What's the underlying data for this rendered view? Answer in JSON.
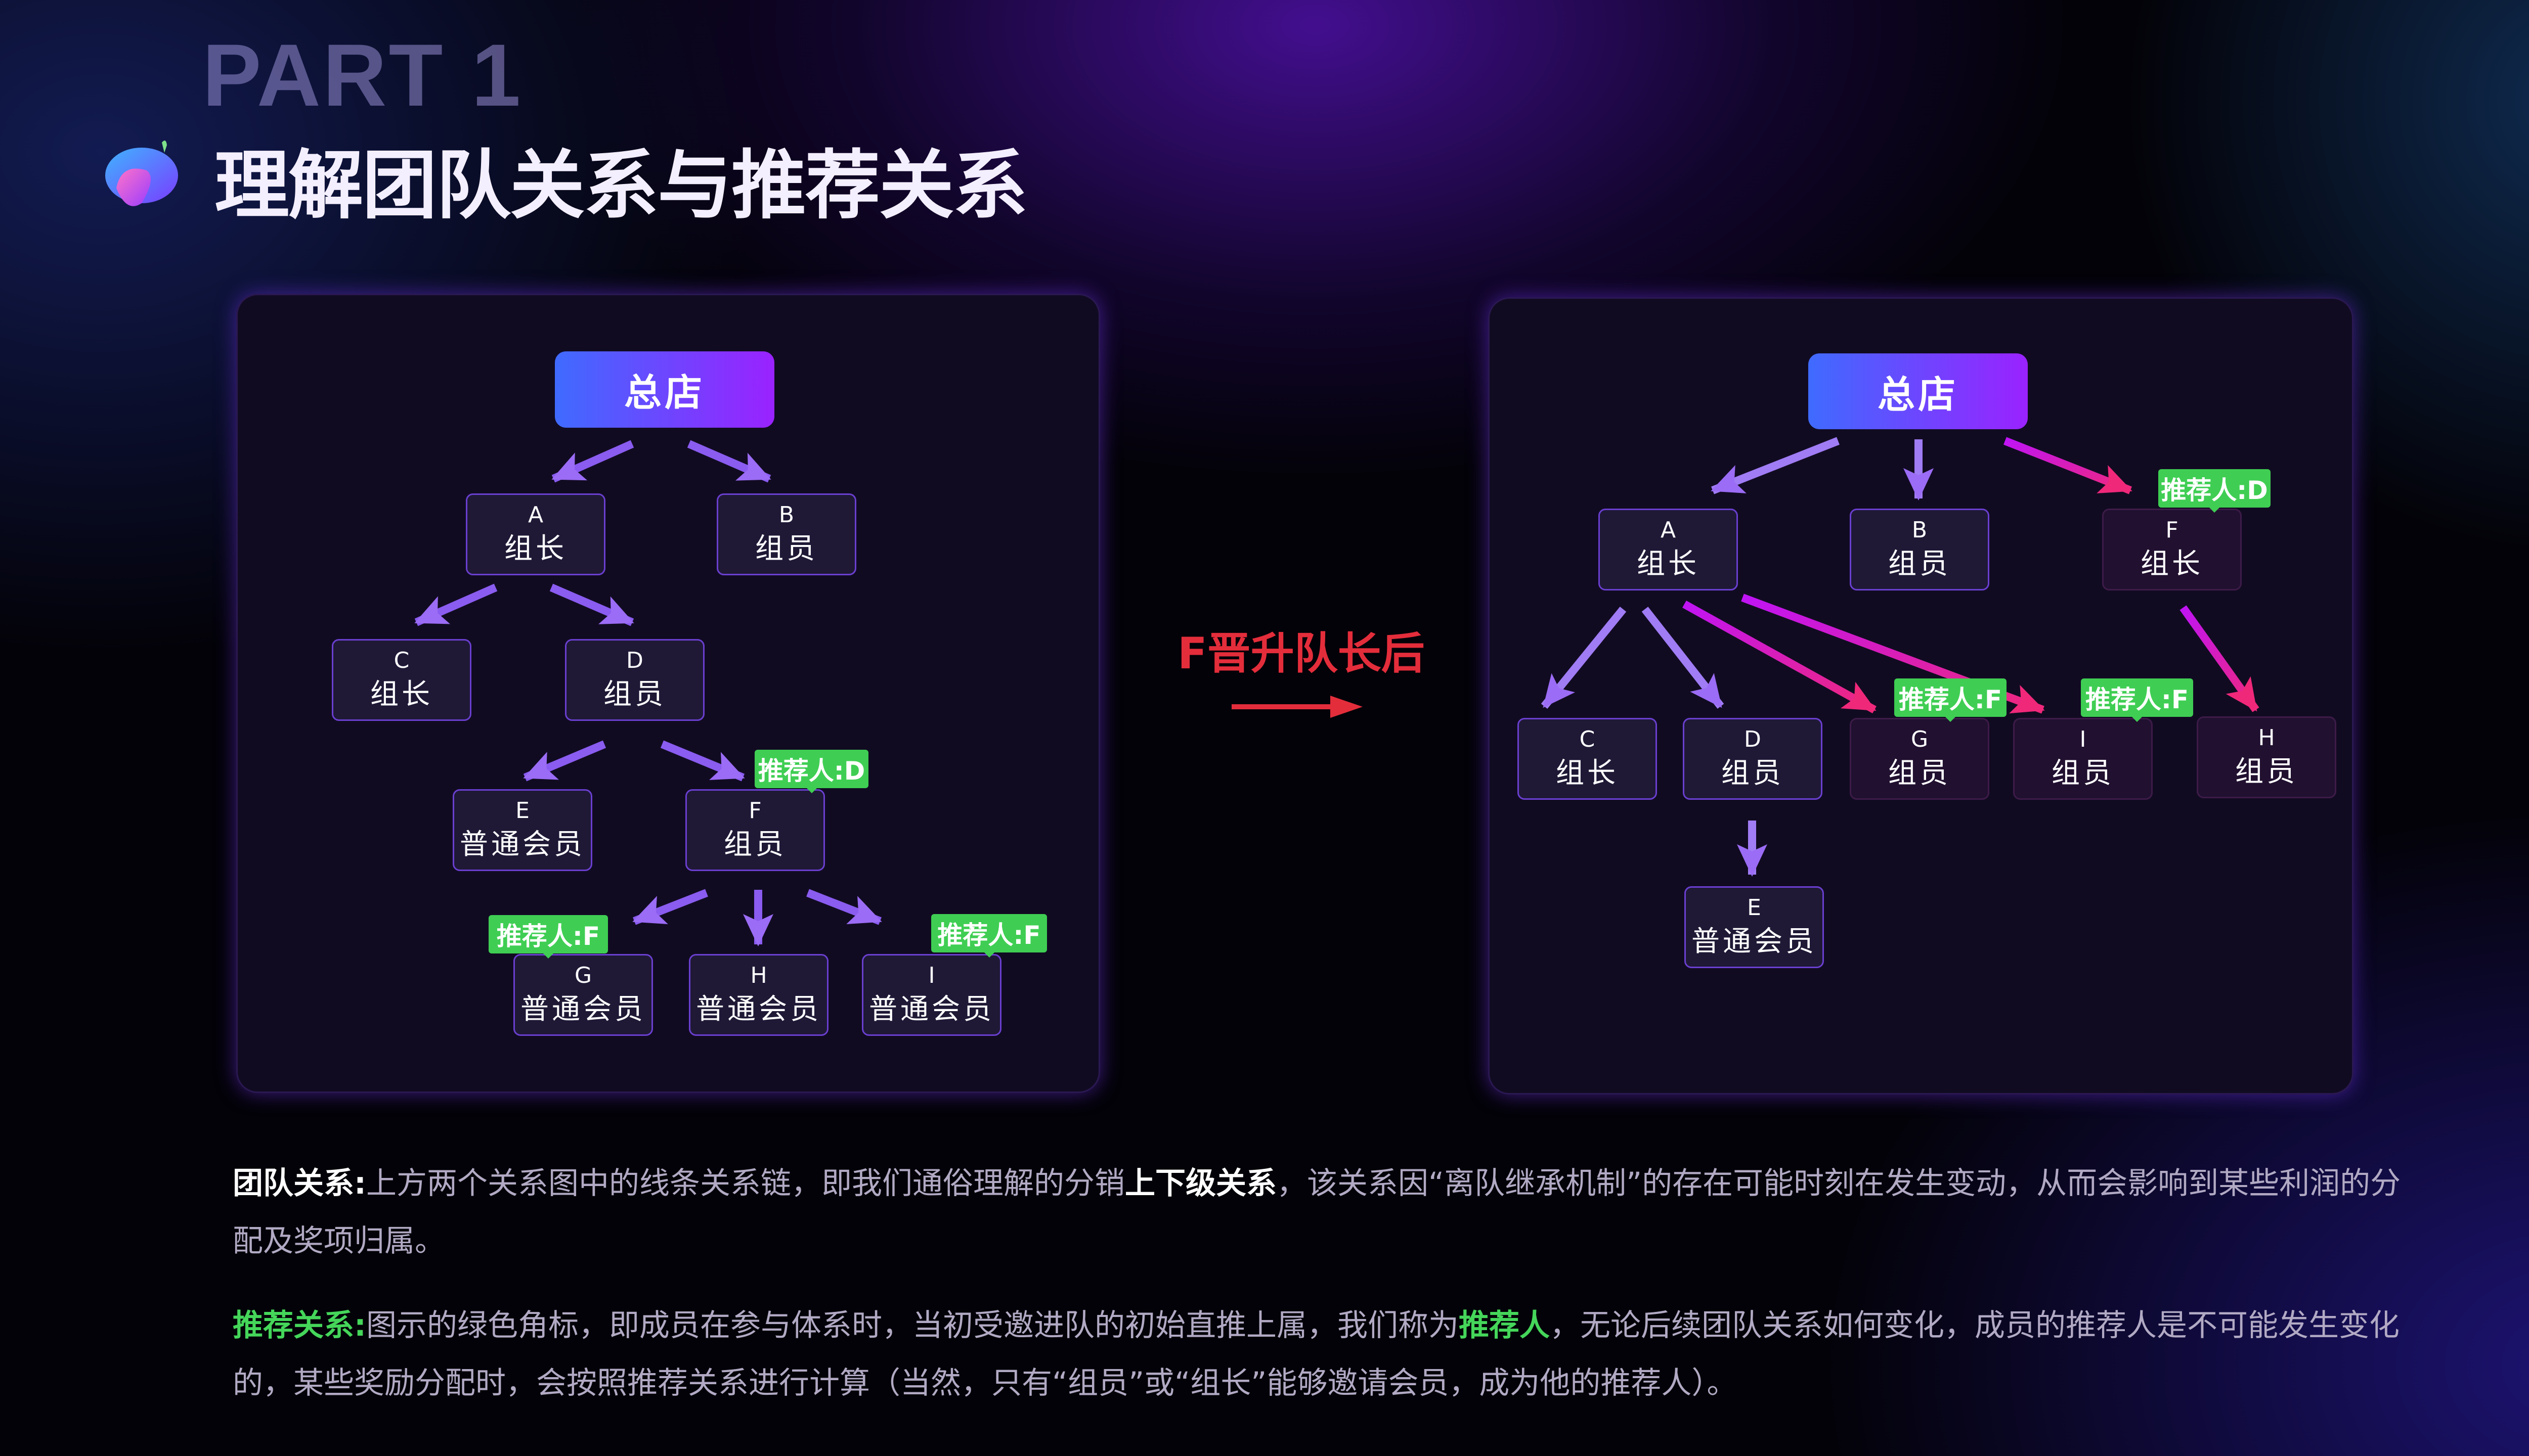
{
  "header": {
    "part": "PART 1",
    "title": "理解团队关系与推荐关系"
  },
  "hq_label": "总店",
  "left_diagram": {
    "nodes": [
      {
        "letter": "A",
        "role": "组长"
      },
      {
        "letter": "B",
        "role": "组员"
      },
      {
        "letter": "C",
        "role": "组长"
      },
      {
        "letter": "D",
        "role": "组员"
      },
      {
        "letter": "E",
        "role": "普通会员"
      },
      {
        "letter": "F",
        "role": "组员"
      },
      {
        "letter": "G",
        "role": "普通会员"
      },
      {
        "letter": "H",
        "role": "普通会员"
      },
      {
        "letter": "I",
        "role": "普通会员"
      }
    ],
    "tags": {
      "F": "推荐人:D",
      "G": "推荐人:F",
      "I": "推荐人:F"
    }
  },
  "transition_label": "F晋升队长后",
  "right_diagram": {
    "nodes": [
      {
        "letter": "A",
        "role": "组长"
      },
      {
        "letter": "B",
        "role": "组员"
      },
      {
        "letter": "F",
        "role": "组长"
      },
      {
        "letter": "C",
        "role": "组长"
      },
      {
        "letter": "D",
        "role": "组员"
      },
      {
        "letter": "G",
        "role": "组员"
      },
      {
        "letter": "I",
        "role": "组员"
      },
      {
        "letter": "H",
        "role": "组员"
      },
      {
        "letter": "E",
        "role": "普通会员"
      }
    ],
    "tags": {
      "F": "推荐人:D",
      "G": "推荐人:F",
      "I": "推荐人:F"
    }
  },
  "paragraphs": {
    "team": {
      "label": "团队关系:",
      "t1": "上方两个关系图中的线条关系链，即我们通俗理解的分销",
      "bold": "上下级关系",
      "t2": "，该关系因“离队继承机制”的存在可能时刻在发生变动，从而会影响到某些利润的分配及奖项归属。"
    },
    "referral": {
      "label": "推荐关系:",
      "t1": "图示的绿色角标，即成员在参与体系时，当初受邀进队的初始直推上属，我们称为",
      "bold": "推荐人",
      "t2": "，无论后续团队关系如何变化，成员的推荐人是不可能发生变化的，某些奖励分配时，会按照推荐关系进行计算（当然，只有“组员”或“组长”能够邀请会员，成为他的推荐人）。"
    }
  },
  "colors": {
    "arrow_purple": "#9b6cf5",
    "arrow_magenta": "#d51be6",
    "arrow_pink": "#f0287a",
    "tag_green": "#3fce53",
    "accent_red": "#e42d3b"
  }
}
